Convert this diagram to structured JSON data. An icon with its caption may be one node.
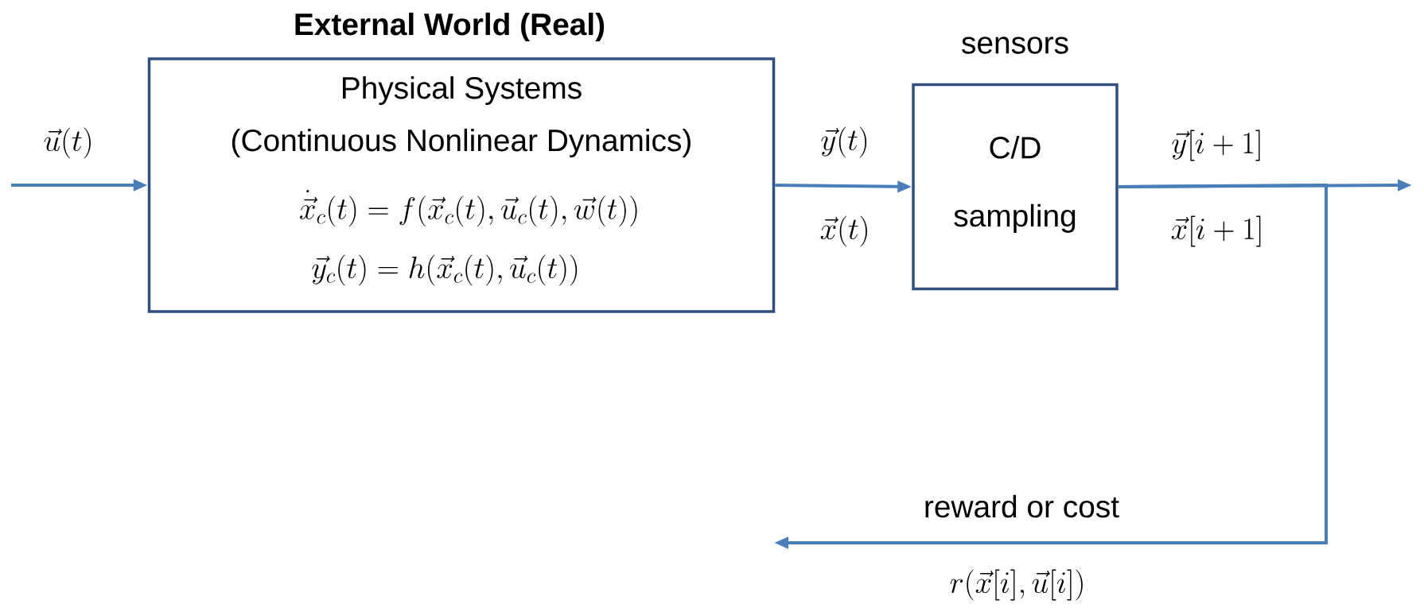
{
  "diagram": {
    "nodes": [
      {
        "text": [
          "External World (Real)",
          "Physical Systems",
          "(Continuous Nonlinear Dynamics)",
          "\\dot{\\vec{x}}_c(t) = f(\\vec{x}_c(t), \\vec{u}_c(t), \\vec{w}(t))",
          "\\vec{y}_c(t) = h(\\vec{x}_c(t), \\vec{u}_c(t))"
        ]
      },
      {
        "text": [
          "sensors",
          "C/D sampling"
        ]
      }
    ],
    "edges": [
      {
        "from": null,
        "to": 0,
        "arrow": "to",
        "label": "\\vec{u}(t)"
      },
      {
        "from": 0,
        "to": 1,
        "arrow": "to",
        "label": "\\vec{y}(t)"
      },
      {
        "from": 1,
        "to": null,
        "arrow": "to",
        "label": "\\vec{y}[i+1]"
      },
      {
        "from": 1,
        "to": null,
        "arrow": "to",
        "label": "reward or cost"
      }
    ],
    "labels": [
      "\\vec{x}(t)",
      "\\vec{x}[i+1]",
      "r(\\vec{x}[i], \\vec{u}[i])"
    ]
  }
}
